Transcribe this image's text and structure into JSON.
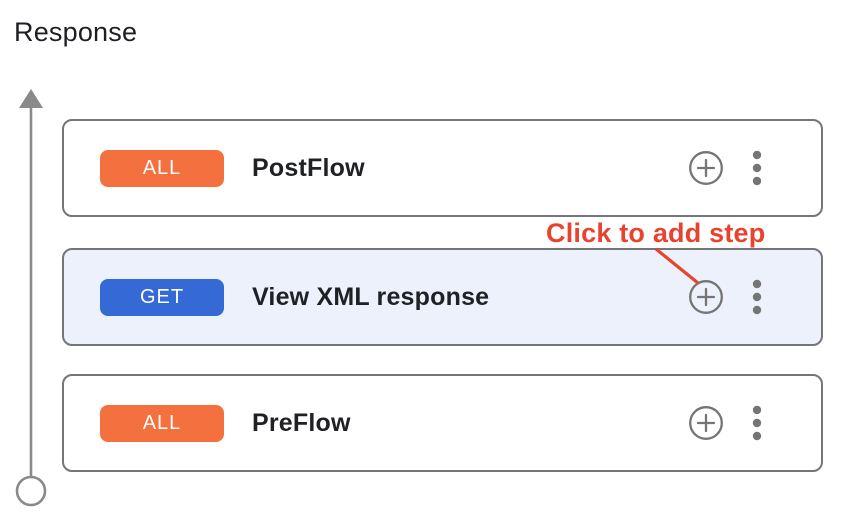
{
  "header": {
    "title": "Response"
  },
  "annotation": {
    "label": "Click to add step",
    "color": "#E8432F"
  },
  "colors": {
    "all_badge": "#F4703E",
    "get_badge": "#3569D6",
    "highlight_bg": "#EDF1FB",
    "rail_gray": "#8A8A8A",
    "icon_gray": "#757575",
    "card_border": "#75757A"
  },
  "flows": [
    {
      "verb": "ALL",
      "name": "PostFlow",
      "badge_color": "#F4703E",
      "highlighted": false
    },
    {
      "verb": "GET",
      "name": "View XML response",
      "badge_color": "#3569D6",
      "highlighted": true
    },
    {
      "verb": "ALL",
      "name": "PreFlow",
      "badge_color": "#F4703E",
      "highlighted": false
    }
  ]
}
